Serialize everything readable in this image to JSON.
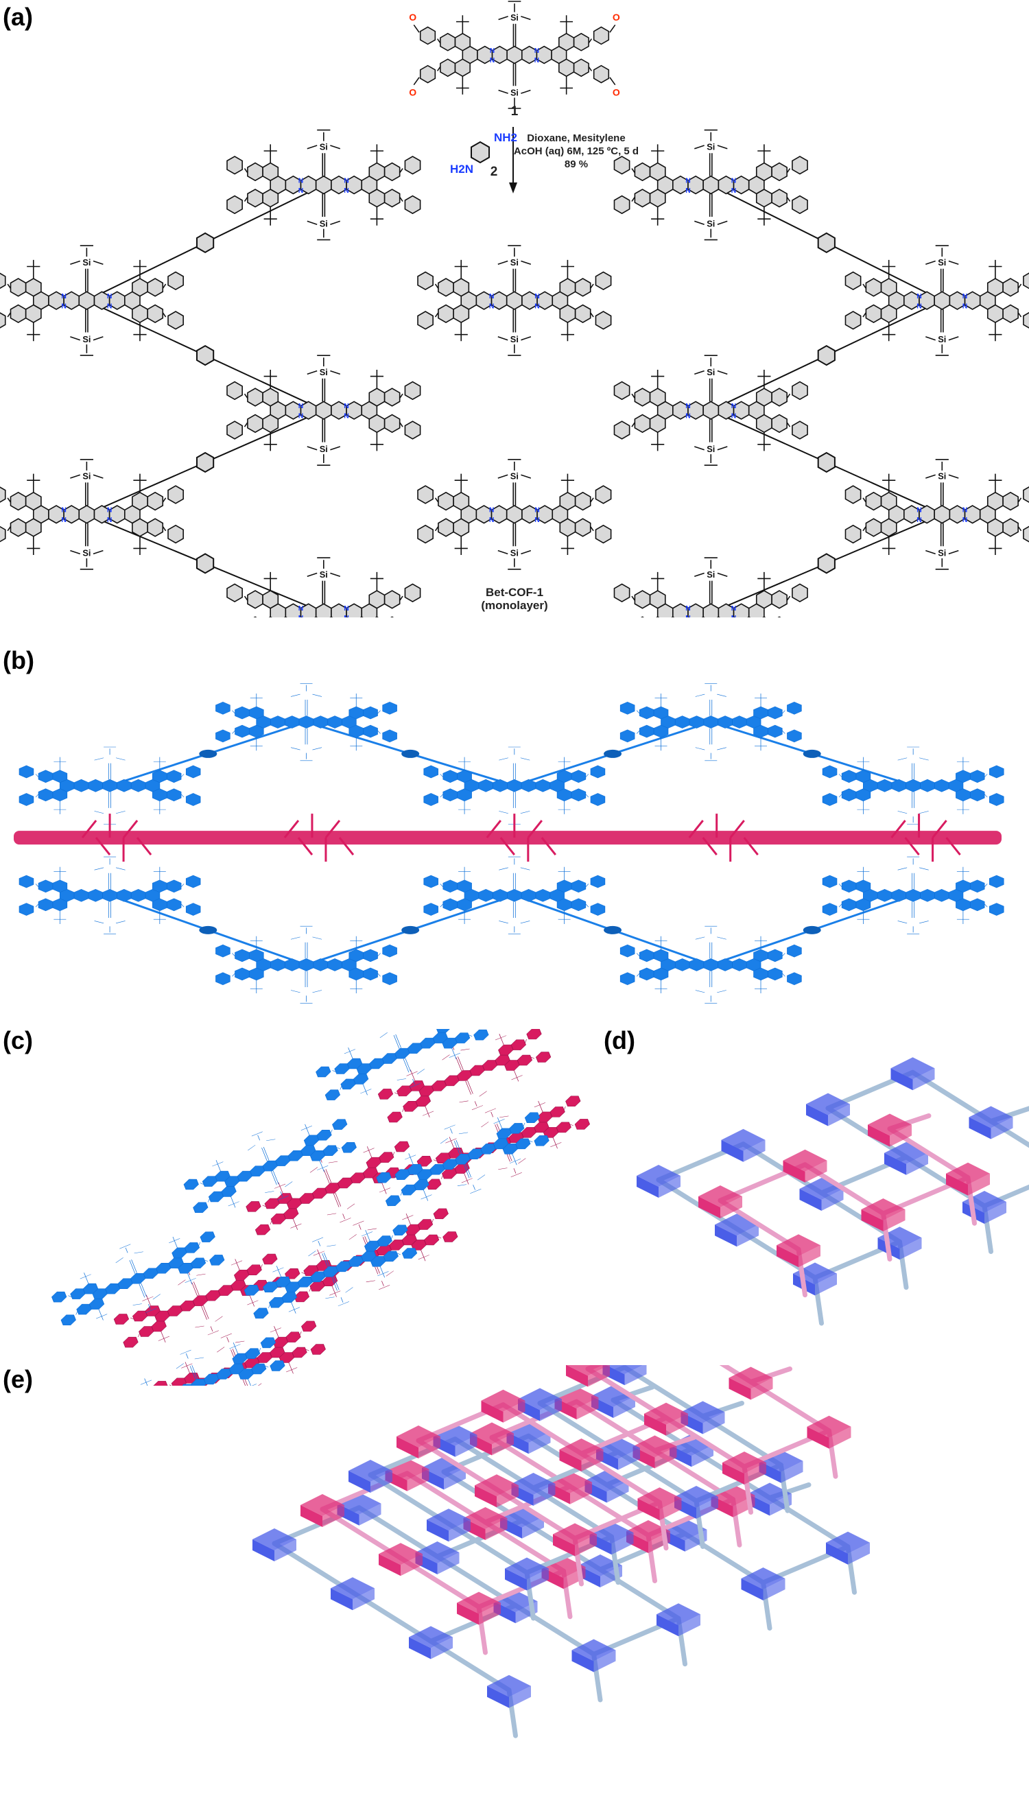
{
  "panels": {
    "a": {
      "label": "(a)",
      "monomer_label": "1",
      "amine_label": "2",
      "amine_nh2_top": "NH2",
      "amine_nh2_left": "H2N",
      "conditions": [
        "Dioxane, Mesitylene",
        "AcOH (aq) 6M, 125 ºC, 5 d",
        "89 %"
      ],
      "product": [
        "Bet-COF-1",
        "(monolayer)"
      ]
    },
    "b": {
      "label": "(b)"
    },
    "c": {
      "label": "(c)"
    },
    "d": {
      "label": "(d)"
    },
    "e": {
      "label": "(e)"
    }
  },
  "atom_labels": {
    "si": "Si",
    "n": "N",
    "o": "O",
    "h": "H"
  },
  "colors": {
    "core_fill": "#d9d9d9",
    "nitrogen": "#1a3cff",
    "oxygen": "#ff2a00",
    "layer_blue": "#1a7fe8",
    "layer_pink": "#d81b60",
    "box_blue": "#4a5ee8",
    "box_pink": "#e0307a",
    "rod": "#a8c0d8"
  }
}
